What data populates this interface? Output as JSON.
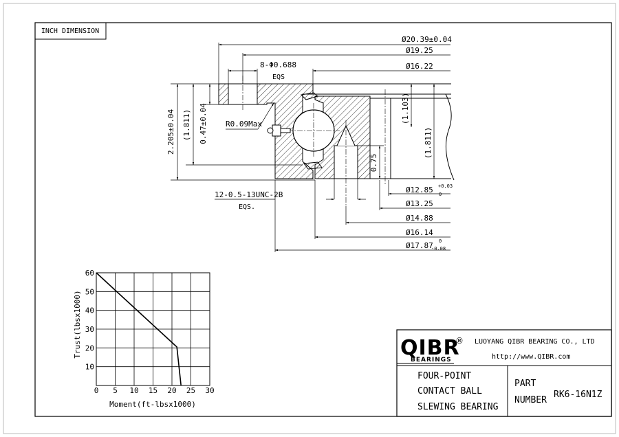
{
  "header_label": "INCH DIMENSION",
  "dimensions": {
    "d_outer": "Ø20.39±0.04",
    "d_pcd_outer": "Ø19.25",
    "d_16_22": "Ø16.22",
    "holes_outer": "8-Φ0.688",
    "holes_outer_eqs": "EQS",
    "radius": "R0.09Max",
    "h_total": "2.205±0.04",
    "h_1811_left": "(1.811)",
    "h_047": "0.47±0.04",
    "h_1103": "(1.103)",
    "h_1811_right": "(1.811)",
    "h_075": "0.75",
    "thread": "12-0.5-13UNC-2B",
    "thread_eqs": "EQS.",
    "d_bore": "Ø12.85",
    "d_bore_tol_upper": "+0.03",
    "d_bore_tol_lower": "0",
    "d_13_25": "Ø13.25",
    "d_14_88": "Ø14.88",
    "d_16_14": "Ø16.14",
    "d_17_87": "Ø17.87",
    "d_17_87_tol_upper": "0",
    "d_17_87_tol_lower": "-0.08"
  },
  "chart_data": {
    "type": "line",
    "xlabel": "Moment(ft-lbsx1000)",
    "ylabel": "Trust(lbsx1000)",
    "x_ticks": [
      0,
      5,
      10,
      15,
      20,
      25,
      30
    ],
    "y_ticks": [
      10,
      20,
      30,
      40,
      50,
      60
    ],
    "xlim": [
      0,
      30
    ],
    "ylim": [
      0,
      60
    ],
    "grid": true,
    "x": [
      0,
      21.3,
      22.4
    ],
    "y": [
      60,
      20.5,
      0
    ]
  },
  "title_block": {
    "logo": "QIBR",
    "logo_sub": "BEARINGS",
    "registered": "®",
    "company": "LUOYANG QIBR BEARING CO., LTD",
    "website": "http://www.QIBR.com",
    "description": [
      "FOUR-POINT",
      "CONTACT BALL",
      "SLEWING BEARING"
    ],
    "part_label": [
      "PART",
      "NUMBER"
    ],
    "part_number": "RK6-16N1Z"
  },
  "colors": {
    "line": "#000000",
    "hatch": "#000000",
    "background": "#ffffff"
  }
}
